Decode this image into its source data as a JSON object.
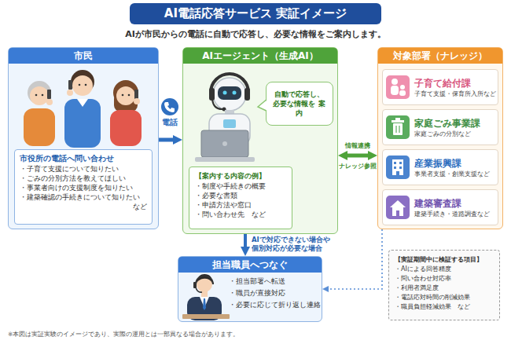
{
  "diagram": {
    "title": "AI電話応答サービス 実証イメージ",
    "caption": "※本図は実証実験のイメージであり、実際の運用とは一部異なる場合があります。",
    "nodes": [
      {
        "text": [
          "市民"
        ]
      },
      {
        "text": [
          "市役所の電話へ問い合わせ",
          "・子育て支援について知りたい",
          "・ごみの分別方法を教えてほしい",
          "・事業者向けの支援制度を知りたい",
          "・建築確認の手続きについて知りたい",
          "など"
        ],
        "in": 0
      },
      {
        "text": [
          "AIエージェント（生成AI）"
        ]
      },
      {
        "text": [
          "自動で応答し、 必要な情報を 案内"
        ],
        "in": 2
      },
      {
        "text": [
          "【案内する内容の例】",
          "・制度や手続きの概要",
          "・必要な書類",
          "・申請方法や窓口",
          "・問い合わせ先　など"
        ],
        "in": 2
      },
      {
        "text": [
          "対象部署（ナレッジ）"
        ]
      },
      {
        "text": [
          "子育て給付課",
          "子育て支援・保育所入所など"
        ],
        "in": 5
      },
      {
        "text": [
          "家庭ごみ事業課",
          "家庭ごみの分別など"
        ],
        "in": 5
      },
      {
        "text": [
          "産業振興課",
          "事業者支援・創業支援など"
        ],
        "in": 5
      },
      {
        "text": [
          "建築審査課",
          "建築手続き・道路調査など"
        ],
        "in": 5
      },
      {
        "text": [
          "担当職員へつなぐ",
          "・担当部署へ転送",
          "・職員が直接対応",
          "・必要に応じて折り返し連絡"
        ]
      },
      {
        "text": [
          "【実証期間中に検証する項目】",
          "・AIによる回答精度",
          "・問い合わせ対応率",
          "・利用者満足度",
          "・電話応対時間の削減効果",
          "・職員負担軽減効果　など"
        ]
      }
    ],
    "edges": [
      {
        "from": 0,
        "to": 2,
        "arrow": "to",
        "label": "電話"
      },
      {
        "from": 2,
        "to": 5,
        "arrow": "both",
        "label": "情報連携"
      },
      {
        "from": 2,
        "to": 10,
        "arrow": "to",
        "label": "AIで対応できない場合や 個別対応が必要な場合"
      },
      {
        "from": 5,
        "to": 10,
        "arrow": "to"
      }
    ],
    "labels": [
      "AIが市民からの電話に自動で応答し、必要な情報をご案内します。",
      "ナレッジ参照"
    ]
  }
}
